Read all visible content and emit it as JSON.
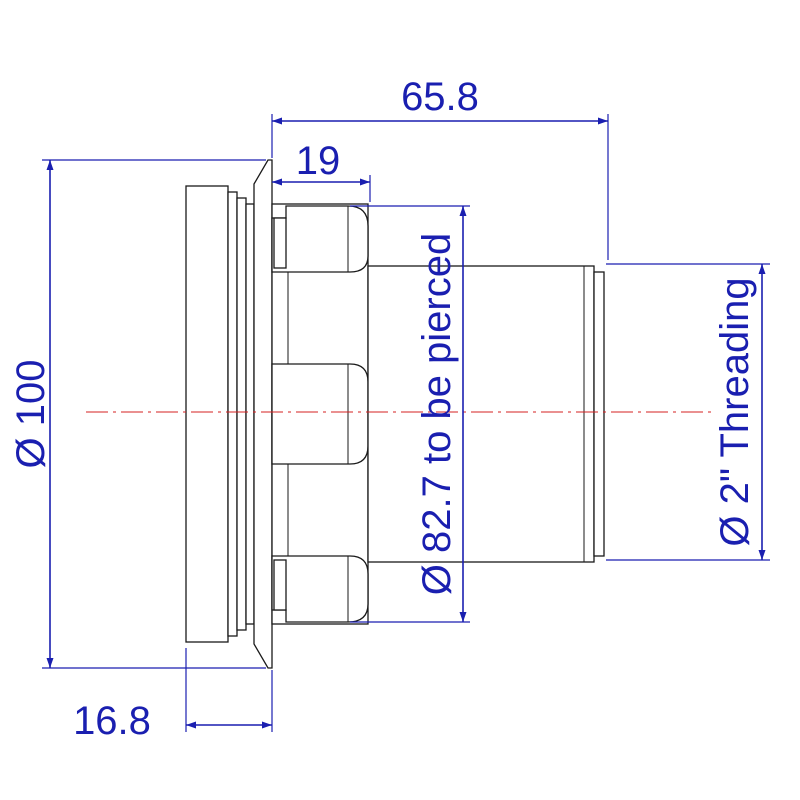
{
  "colors": {
    "dimension": "#1a1fb0",
    "outline": "#1a1a1a",
    "centerline": "#d62020"
  },
  "dimensions": {
    "overall_length": "65.8",
    "collar_length": "19",
    "flange_diameter": "Ø 100",
    "hole_diameter": "Ø 82.7 to be pierced",
    "thread_diameter": "Ø 2\" Threading",
    "flange_thickness": "16.8"
  }
}
